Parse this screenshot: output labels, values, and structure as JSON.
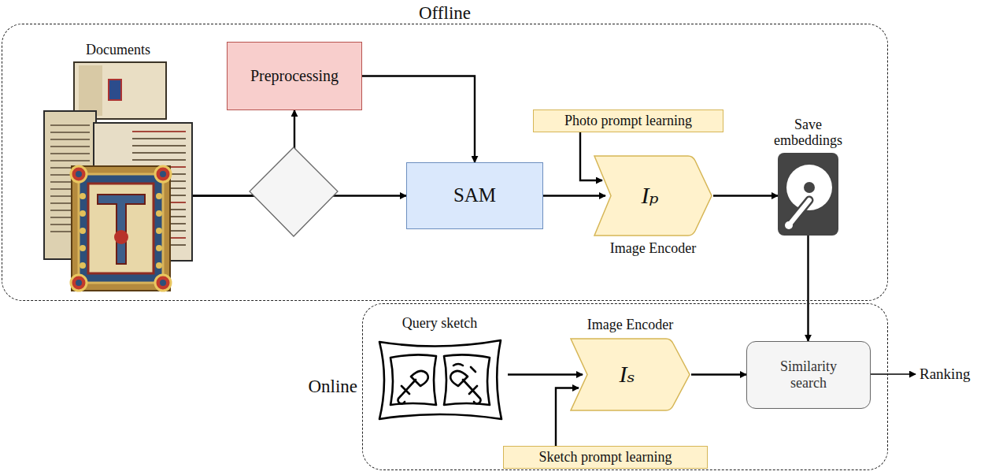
{
  "diagram": {
    "nodes": [
      {
        "text": [
          "Offline"
        ]
      },
      {
        "text": [
          "Documents"
        ],
        "in": 0
      },
      {
        "text": [
          "Preprocessing"
        ],
        "in": 0
      },
      {
        "text": [
          "SAM"
        ],
        "in": 0
      },
      {
        "text": [
          "Photo prompt learning"
        ],
        "in": 0
      },
      {
        "text": [
          "Iₚ",
          "Image Encoder"
        ],
        "in": 0
      },
      {
        "text": [
          "Save embeddings"
        ],
        "in": 0
      },
      {
        "text": [
          "Online"
        ]
      },
      {
        "text": [
          "Query sketch"
        ],
        "in": 7
      },
      {
        "text": [
          "Image Encoder",
          "Iₛ"
        ],
        "in": 7
      },
      {
        "text": [
          "Similarity search"
        ],
        "in": 7
      },
      {
        "text": [
          "Sketch prompt learning"
        ],
        "in": 7
      }
    ],
    "edges": [
      {
        "from": 1,
        "to": 2,
        "arrow": "to"
      },
      {
        "from": 1,
        "to": 3,
        "arrow": "to"
      },
      {
        "from": 2,
        "to": 3,
        "arrow": "to"
      },
      {
        "from": 3,
        "to": 5,
        "arrow": "to"
      },
      {
        "from": 4,
        "to": 5,
        "arrow": "to"
      },
      {
        "from": 5,
        "to": 6,
        "arrow": "to"
      },
      {
        "from": 6,
        "to": 10,
        "arrow": "to"
      },
      {
        "from": 8,
        "to": 9,
        "arrow": "to"
      },
      {
        "from": 11,
        "to": 9,
        "arrow": "to"
      },
      {
        "from": 9,
        "to": 10,
        "arrow": "to"
      }
    ],
    "labels": [
      "Ranking"
    ]
  }
}
